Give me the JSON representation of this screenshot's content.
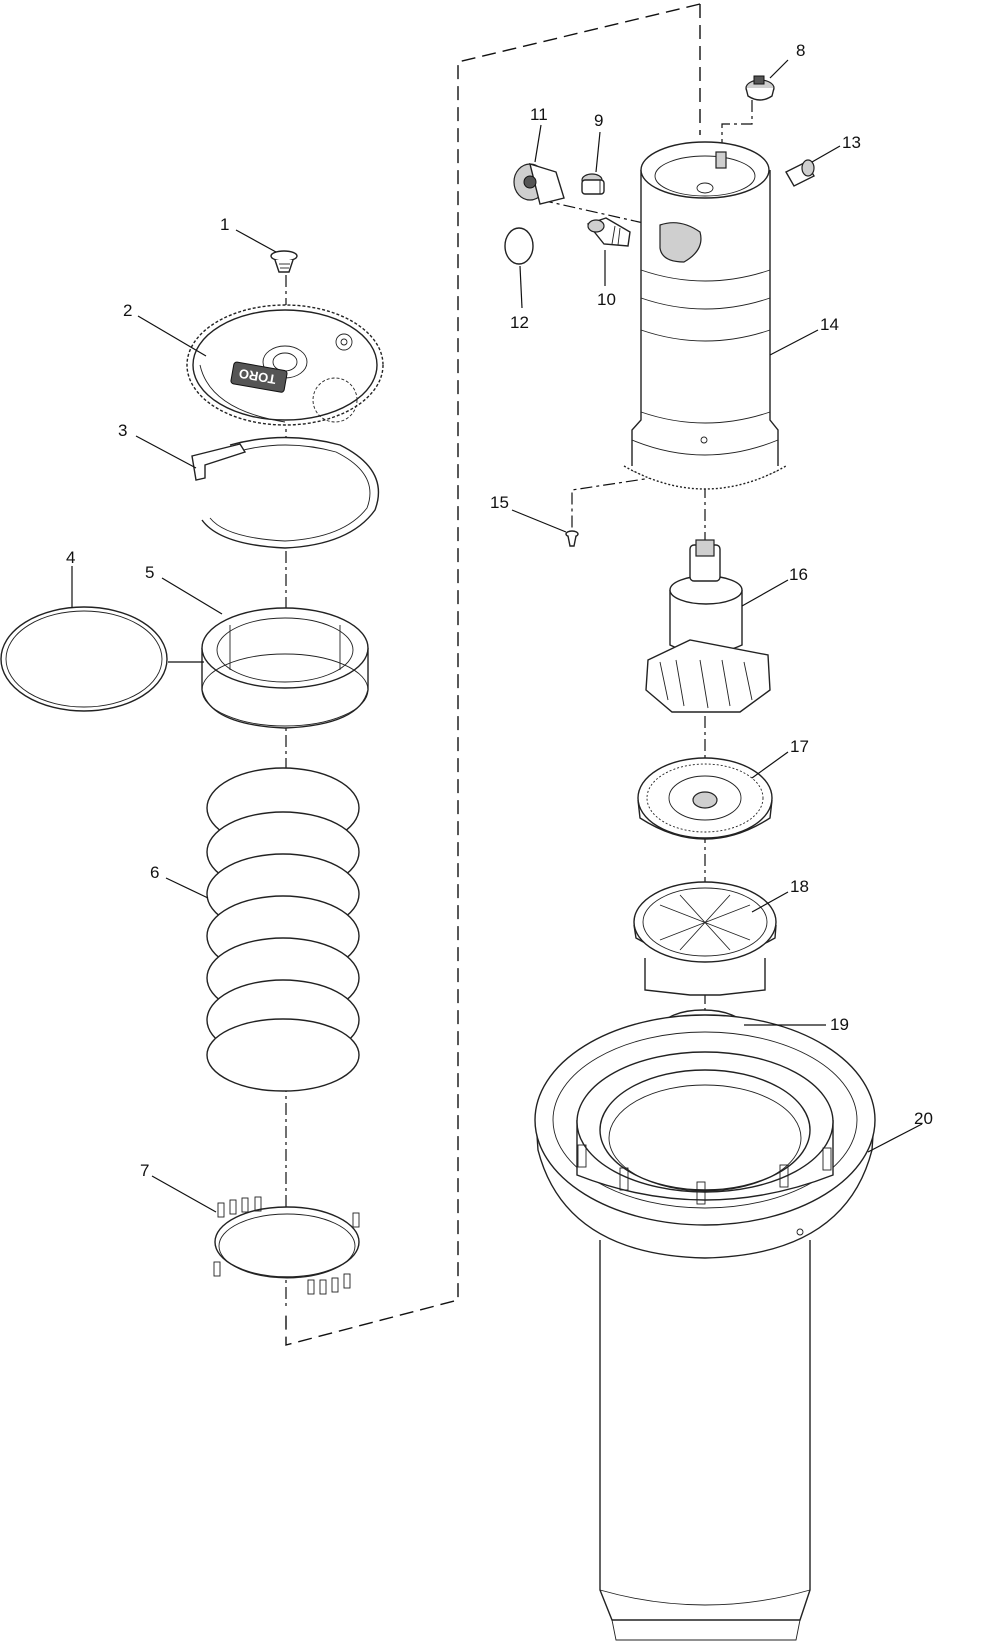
{
  "diagram": {
    "parts": [
      {
        "id": "1",
        "label": "1"
      },
      {
        "id": "2",
        "label": "2"
      },
      {
        "id": "3",
        "label": "3"
      },
      {
        "id": "4",
        "label": "4"
      },
      {
        "id": "5",
        "label": "5"
      },
      {
        "id": "6",
        "label": "6"
      },
      {
        "id": "7",
        "label": "7"
      },
      {
        "id": "8",
        "label": "8"
      },
      {
        "id": "9",
        "label": "9"
      },
      {
        "id": "10",
        "label": "10"
      },
      {
        "id": "11",
        "label": "11"
      },
      {
        "id": "12",
        "label": "12"
      },
      {
        "id": "13",
        "label": "13"
      },
      {
        "id": "14",
        "label": "14"
      },
      {
        "id": "15",
        "label": "15"
      },
      {
        "id": "16",
        "label": "16"
      },
      {
        "id": "17",
        "label": "17"
      },
      {
        "id": "18",
        "label": "18"
      },
      {
        "id": "19",
        "label": "19"
      },
      {
        "id": "20",
        "label": "20"
      }
    ],
    "cap_logo": "TORO"
  }
}
